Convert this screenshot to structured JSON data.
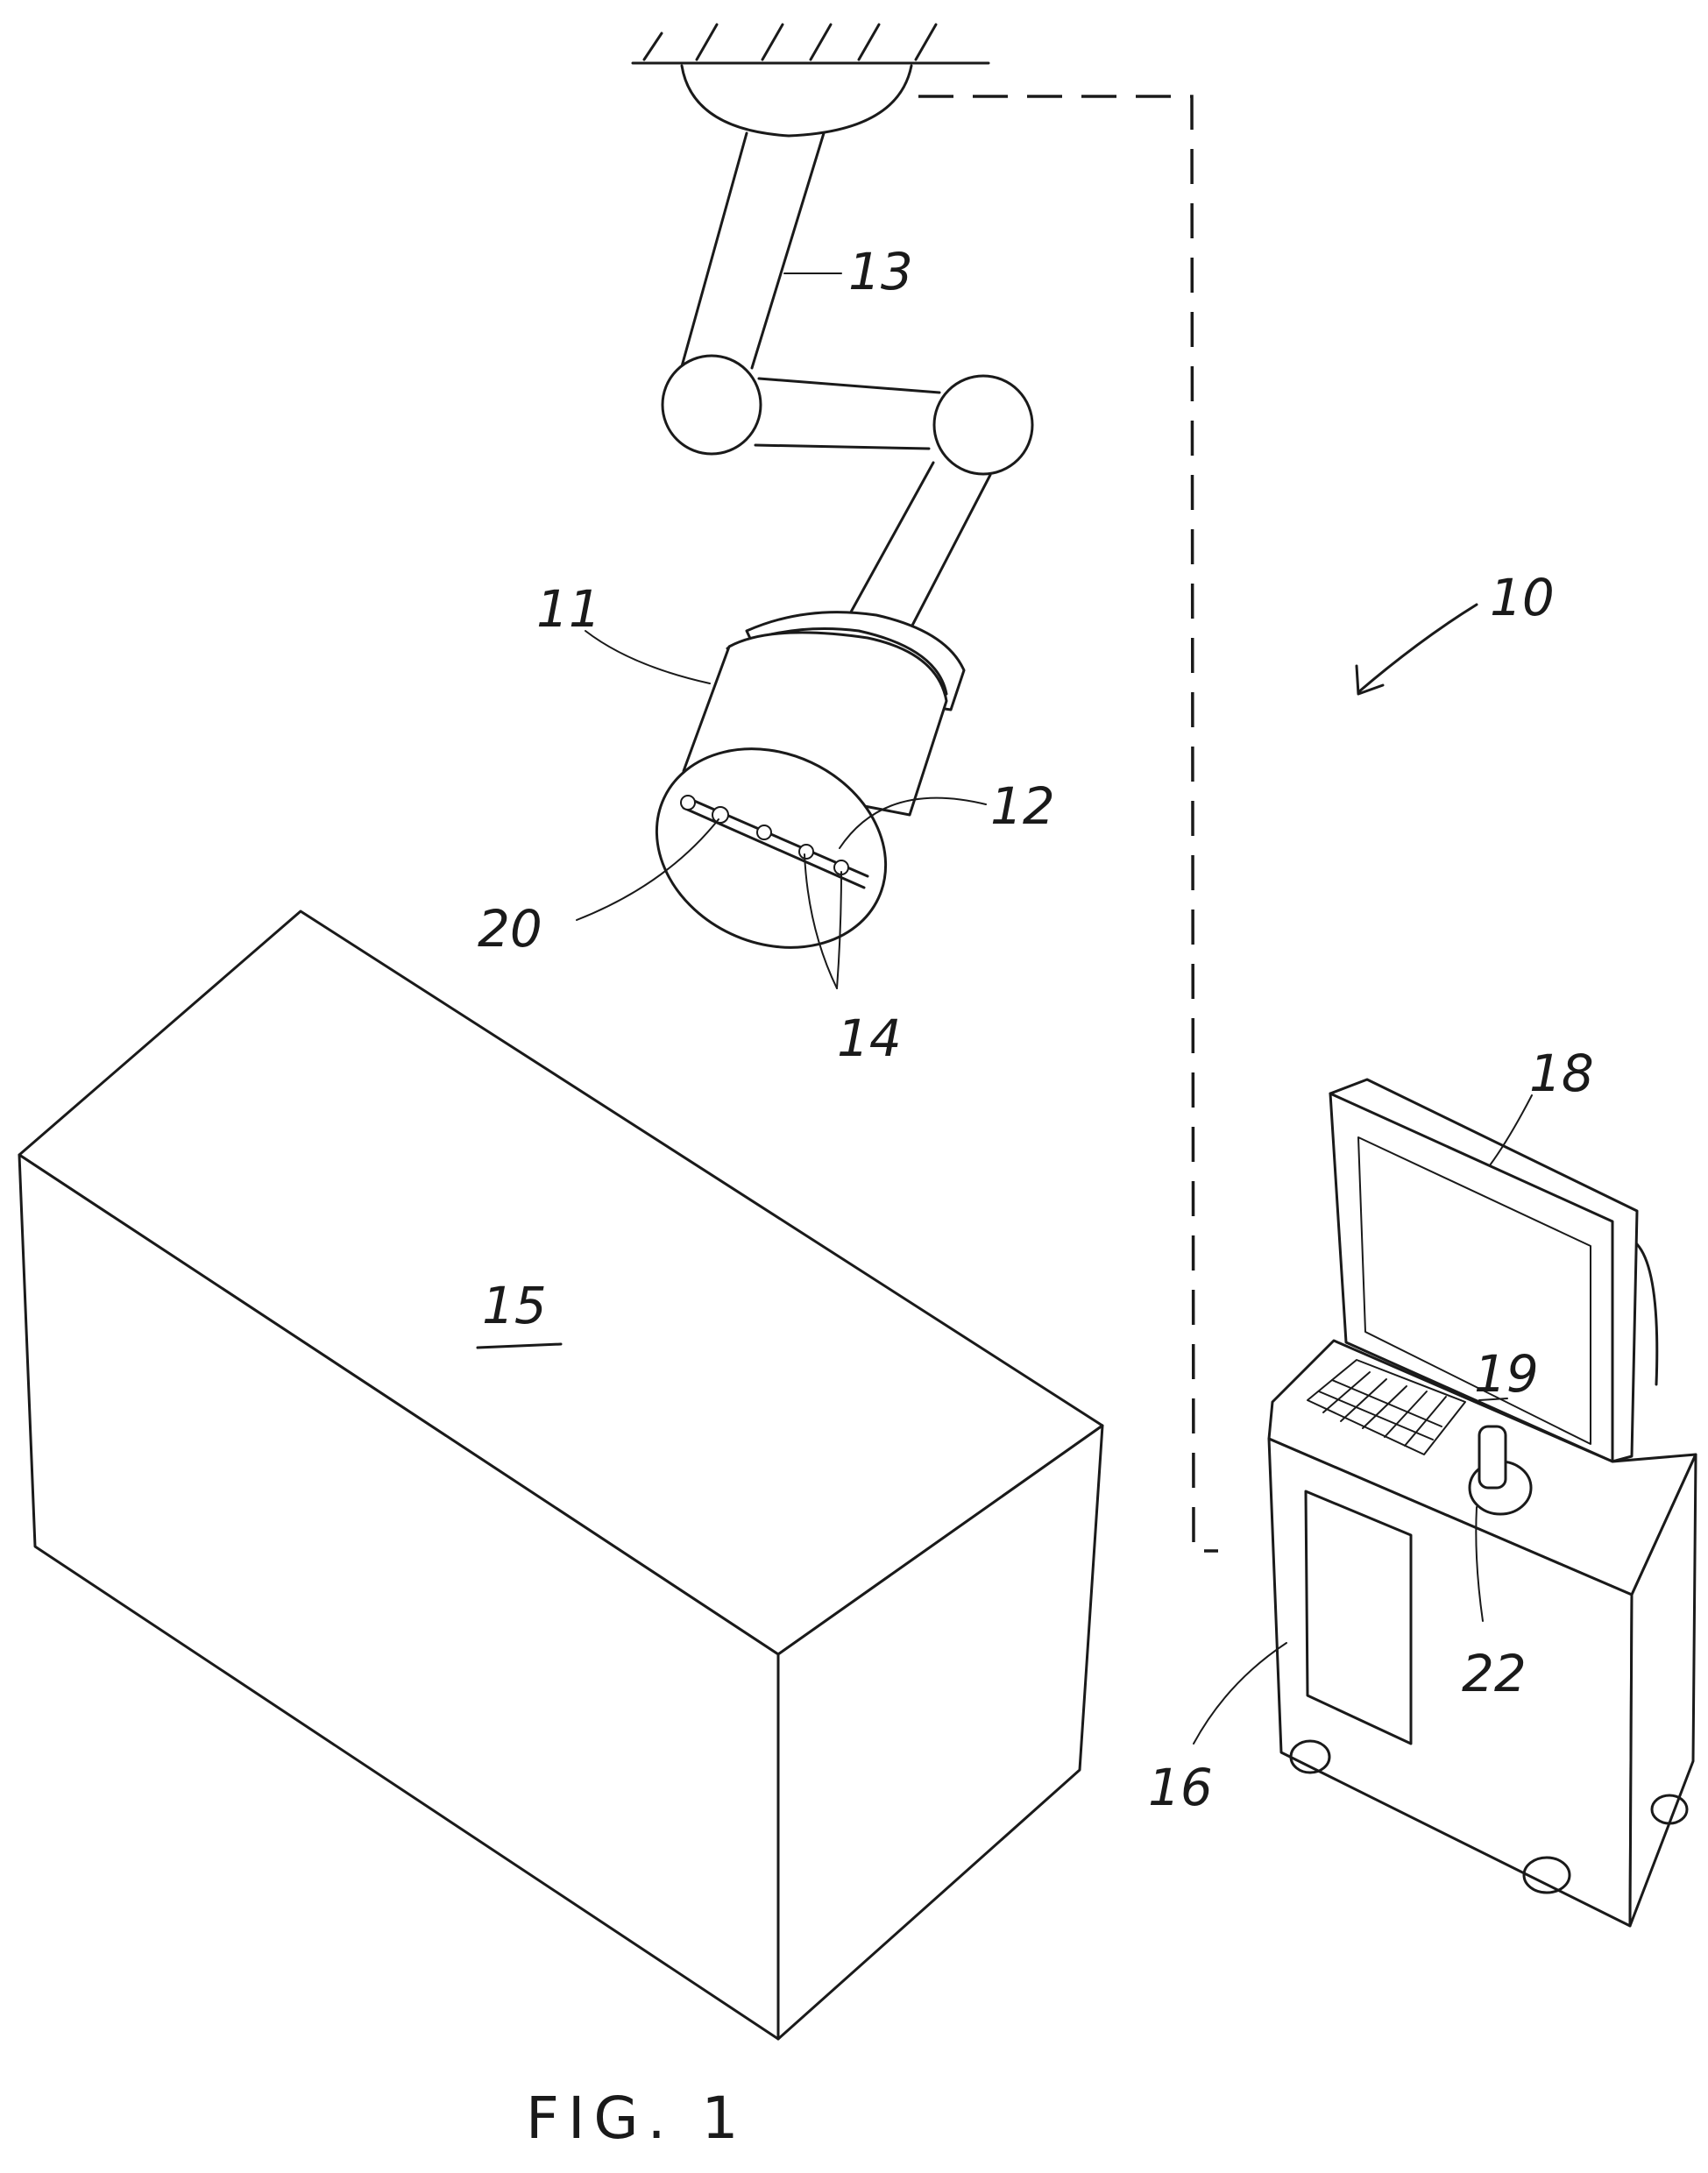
{
  "labels": {
    "system": "10",
    "head": "11",
    "bar": "12",
    "arm": "13",
    "emitters": "14",
    "table": "15",
    "console": "16",
    "monitor": "18",
    "screen": "19",
    "sensor": "20",
    "joystick": "22"
  },
  "caption": "FIG. 1"
}
